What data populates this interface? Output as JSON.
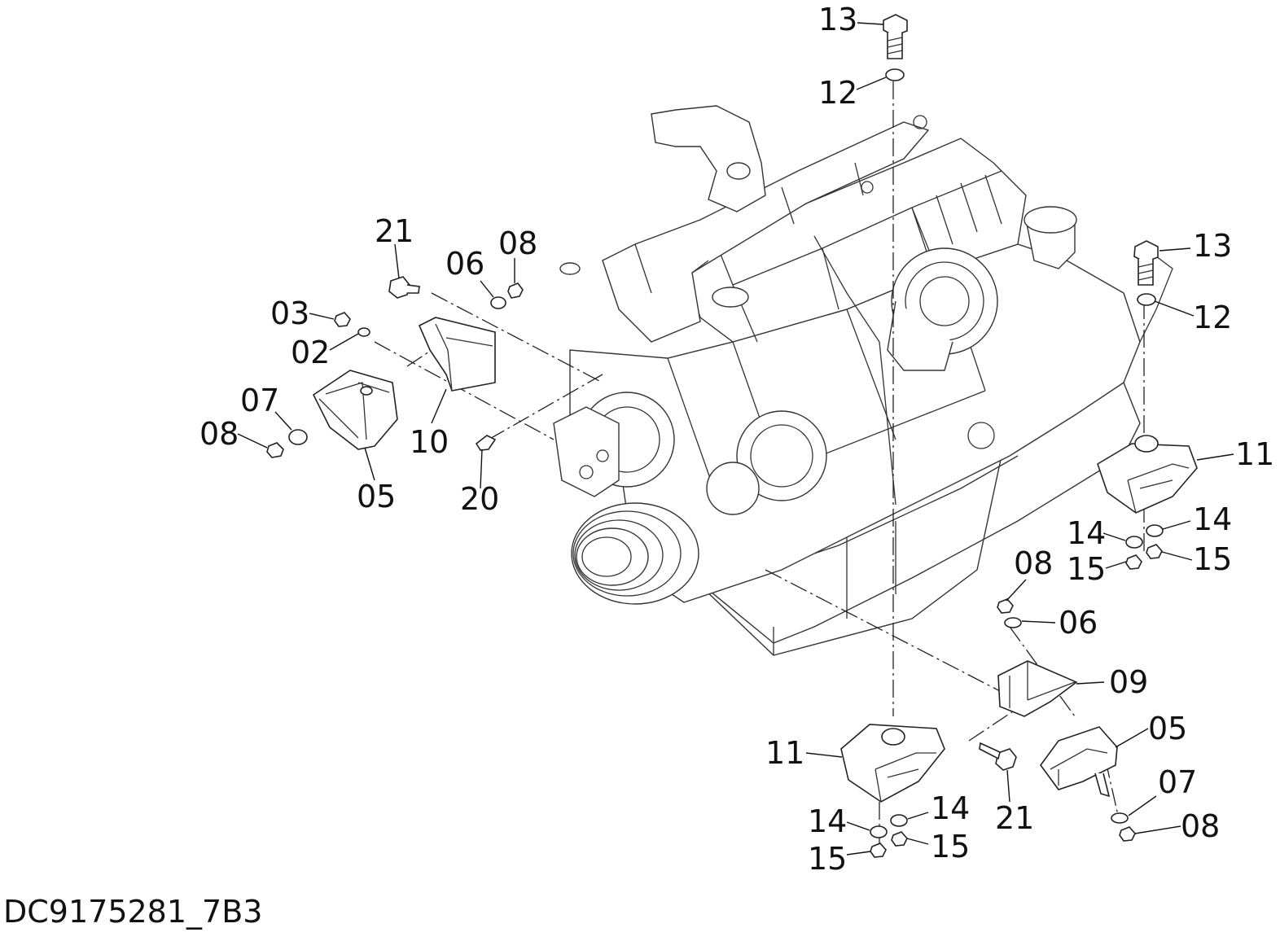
{
  "drawing_code": "DC9175281_7B3",
  "callouts": [
    {
      "id": "c13a",
      "text": "13"
    },
    {
      "id": "c12a",
      "text": "12"
    },
    {
      "id": "c13b",
      "text": "13"
    },
    {
      "id": "c12b",
      "text": "12"
    },
    {
      "id": "c21a",
      "text": "21"
    },
    {
      "id": "c06a",
      "text": "06"
    },
    {
      "id": "c08a",
      "text": "08"
    },
    {
      "id": "c03",
      "text": "03"
    },
    {
      "id": "c02",
      "text": "02"
    },
    {
      "id": "c07a",
      "text": "07"
    },
    {
      "id": "c08b",
      "text": "08"
    },
    {
      "id": "c10",
      "text": "10"
    },
    {
      "id": "c05a",
      "text": "05"
    },
    {
      "id": "c20",
      "text": "20"
    },
    {
      "id": "c11a",
      "text": "11"
    },
    {
      "id": "c14a",
      "text": "14"
    },
    {
      "id": "c14b",
      "text": "14"
    },
    {
      "id": "c15a",
      "text": "15"
    },
    {
      "id": "c15b",
      "text": "15"
    },
    {
      "id": "c08c",
      "text": "08"
    },
    {
      "id": "c06b",
      "text": "06"
    },
    {
      "id": "c09",
      "text": "09"
    },
    {
      "id": "c05b",
      "text": "05"
    },
    {
      "id": "c11b",
      "text": "11"
    },
    {
      "id": "c21b",
      "text": "21"
    },
    {
      "id": "c07b",
      "text": "07"
    },
    {
      "id": "c08d",
      "text": "08"
    },
    {
      "id": "c14c",
      "text": "14"
    },
    {
      "id": "c14d",
      "text": "14"
    },
    {
      "id": "c15c",
      "text": "15"
    },
    {
      "id": "c15d",
      "text": "15"
    }
  ]
}
